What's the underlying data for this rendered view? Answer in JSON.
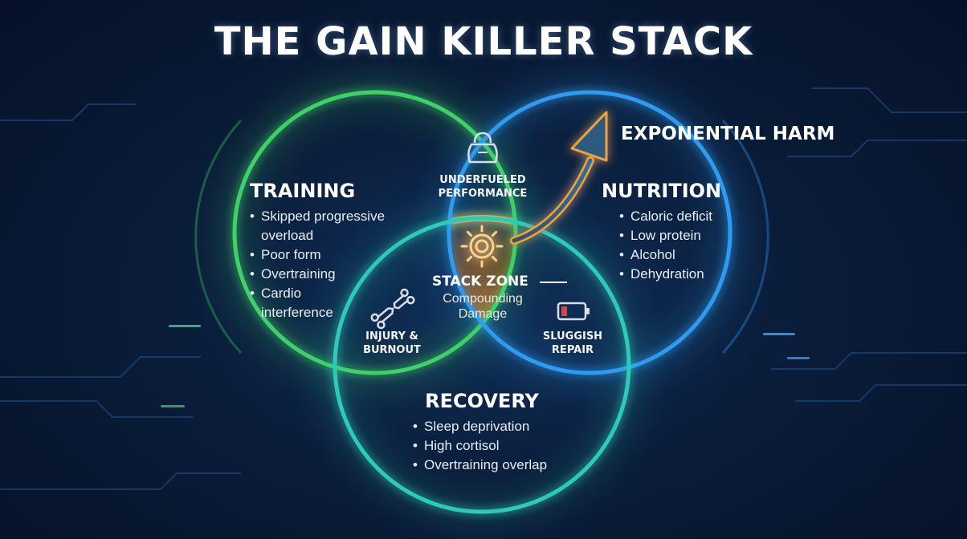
{
  "title": "THE GAIN KILLER STACK",
  "colors": {
    "training": "#3fd06a",
    "nutrition": "#2f9bf0",
    "recovery": "#2fc9b8",
    "stack_zone": "#ffa53a",
    "arrow": "#f2a23a",
    "background": "#0a1d3a"
  },
  "training": {
    "heading": "TRAINING",
    "items": [
      "Skipped progressive overload",
      "Poor form",
      "Overtraining",
      "Cardio interference"
    ]
  },
  "nutrition": {
    "heading": "NUTRITION",
    "items": [
      "Caloric deficit",
      "Low protein",
      "Alcohol",
      "Dehydration"
    ]
  },
  "recovery": {
    "heading": "RECOVERY",
    "items": [
      "Sleep deprivation",
      "High cortisol",
      "Overtraining overlap"
    ]
  },
  "overlaps": {
    "training_nutrition": {
      "label": "UNDERFUELED PERFORMANCE",
      "icon": "kettlebell-icon"
    },
    "training_recovery": {
      "label": "INJURY & BURNOUT",
      "icon": "broken-bone-icon"
    },
    "nutrition_recovery": {
      "label": "SLUGGISH REPAIR",
      "icon": "low-battery-icon"
    }
  },
  "stack_zone": {
    "title": "STACK ZONE",
    "subtitle": "Compounding Damage",
    "icon": "gear-icon"
  },
  "arrow_label": "EXPONENTIAL HARM"
}
